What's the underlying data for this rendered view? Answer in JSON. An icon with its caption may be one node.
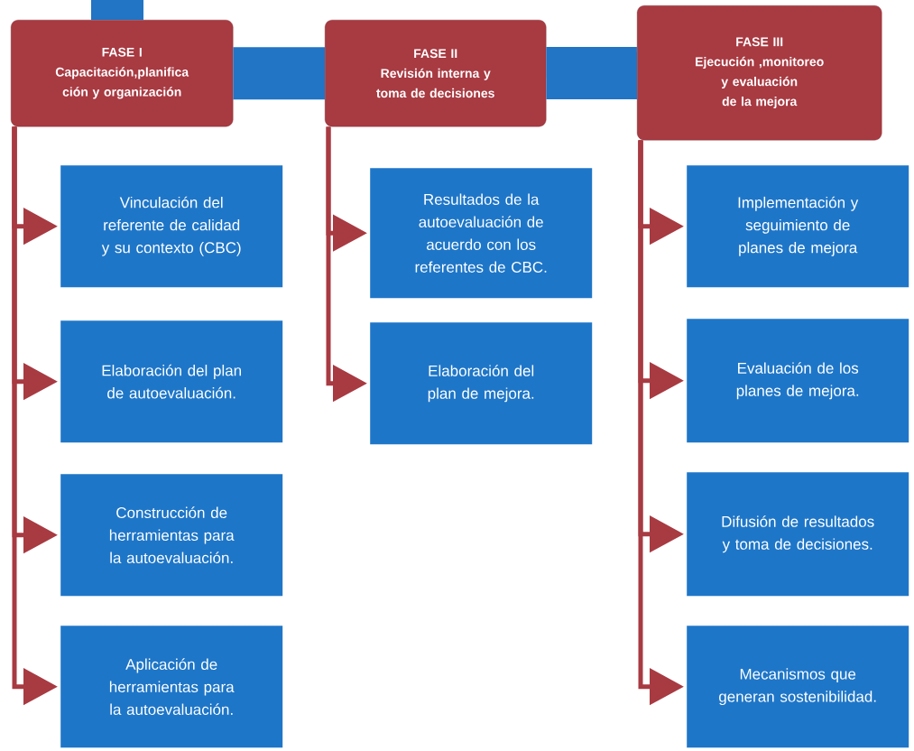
{
  "diagram": {
    "nodes": [
      {
        "text": [
          "FASE I",
          "Capacitación,planifica ción y organización"
        ]
      },
      {
        "text": [
          "FASE II",
          "Revisión interna y toma de decisiones"
        ]
      },
      {
        "text": [
          "FASE III",
          "Ejecución ,monitoreo y evaluación de la mejora"
        ]
      },
      {
        "text": [
          "Vinculación del referente de calidad y su contexto (CBC)"
        ]
      },
      {
        "text": [
          "Elaboración del plan de autoevaluación."
        ]
      },
      {
        "text": [
          "Construcción de herramientas para la autoevaluación."
        ]
      },
      {
        "text": [
          "Aplicación de herramientas para la autoevaluación."
        ]
      },
      {
        "text": [
          "Resultados de la autoevaluación de acuerdo con los referentes de CBC."
        ]
      },
      {
        "text": [
          "Elaboración del plan de mejora."
        ]
      },
      {
        "text": [
          "Implementación y seguimiento de planes de mejora"
        ]
      },
      {
        "text": [
          "Evaluación de los planes de mejora."
        ]
      },
      {
        "text": [
          "Difusión de resultados y toma de decisiones."
        ]
      },
      {
        "text": [
          "Mecanismos que generan sostenibilidad."
        ]
      }
    ],
    "edges": [
      {
        "from": null,
        "to": 0,
        "arrow": "none",
        "style": "thick",
        "color": "#2274c4"
      },
      {
        "from": 0,
        "to": 1,
        "arrow": "none",
        "style": "thick",
        "color": "#2274c4"
      },
      {
        "from": 1,
        "to": 2,
        "arrow": "none",
        "style": "thick",
        "color": "#2274c4"
      },
      {
        "from": 0,
        "to": 3,
        "arrow": "to"
      },
      {
        "from": 0,
        "to": 4,
        "arrow": "to"
      },
      {
        "from": 0,
        "to": 5,
        "arrow": "to"
      },
      {
        "from": 0,
        "to": 6,
        "arrow": "to"
      },
      {
        "from": 1,
        "to": 7,
        "arrow": "to"
      },
      {
        "from": 1,
        "to": 8,
        "arrow": "to"
      },
      {
        "from": 2,
        "to": 9,
        "arrow": "to"
      },
      {
        "from": 2,
        "to": 10,
        "arrow": "to"
      },
      {
        "from": 2,
        "to": 11,
        "arrow": "to"
      },
      {
        "from": 2,
        "to": 12,
        "arrow": "to"
      }
    ]
  }
}
